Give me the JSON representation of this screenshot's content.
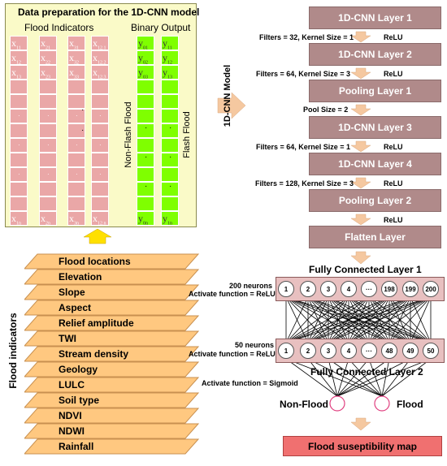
{
  "prep": {
    "title": "Data preparation for the 1D-CNN model",
    "flood_indicators_label": "Flood Indicators",
    "binary_output_label": "Binary Output",
    "non_flash_label": "Non-Flash Flood",
    "flash_label": "Flash Flood",
    "x_top": [
      "11",
      "12",
      "13"
    ],
    "x_cols": [
      [
        "x",
        "11",
        "12",
        "13",
        "1n"
      ],
      [
        "x",
        "21",
        "22",
        "23",
        "2n"
      ],
      [
        "x",
        "31",
        "32",
        "33",
        "3n"
      ],
      [
        "x",
        "12.1",
        "12.2",
        "12.3",
        "12.n"
      ]
    ],
    "y0": [
      "01",
      "02",
      "03",
      "0n"
    ],
    "y1": [
      "11",
      "12",
      "13",
      "1n"
    ]
  },
  "indicators": {
    "side_label": "Flood indicators",
    "layers": [
      "Flood locations",
      "Elevation",
      "Slope",
      "Aspect",
      "Relief amplitude",
      "TWI",
      "Stream density",
      "Geology",
      "LULC",
      "Soil type",
      "NDVI",
      "NDWI",
      "Rainfall"
    ]
  },
  "model": {
    "side_label": "1D-CNN Model",
    "layers": [
      "1D-CNN Layer 1",
      "1D-CNN Layer 2",
      "Pooling Layer 1",
      "1D-CNN Layer 3",
      "1D-CNN Layer 4",
      "Pooling Layer 2",
      "Flatten Layer"
    ],
    "params": [
      "Filters = 32, Kernel Size = 1",
      "Filters = 64, Kernel Size = 3",
      "Pool Size = 2",
      "Filters = 64, Kernel Size = 1",
      "Filters = 128, Kernel Size = 3",
      ""
    ],
    "relu": "ReLU",
    "fc1": {
      "title": "Fully Connected Layer 1",
      "neurons_label": "200 neurons",
      "activation": "Activate function = ReLU",
      "nodes": [
        "1",
        "2",
        "3",
        "4",
        "···",
        "198",
        "199",
        "200"
      ]
    },
    "fc2": {
      "title": "Fully Connected Layer 2",
      "neurons_label": "50 neurons",
      "activation": "Activate function = ReLU",
      "nodes": [
        "1",
        "2",
        "3",
        "4",
        "···",
        "48",
        "49",
        "50"
      ]
    },
    "sigmoid": "Activate function = Sigmoid",
    "out_nonflood": "Non-Flood",
    "out_flood": "Flood",
    "result": "Flood suseptibility map"
  },
  "colors": {
    "layer": "#b08a8a",
    "yellow": "#fafac8",
    "pink": "#eaa7a7",
    "green": "#7fff00",
    "tan": "#ffc880",
    "result": "#f07070",
    "arrow": "#f5c8a0"
  }
}
